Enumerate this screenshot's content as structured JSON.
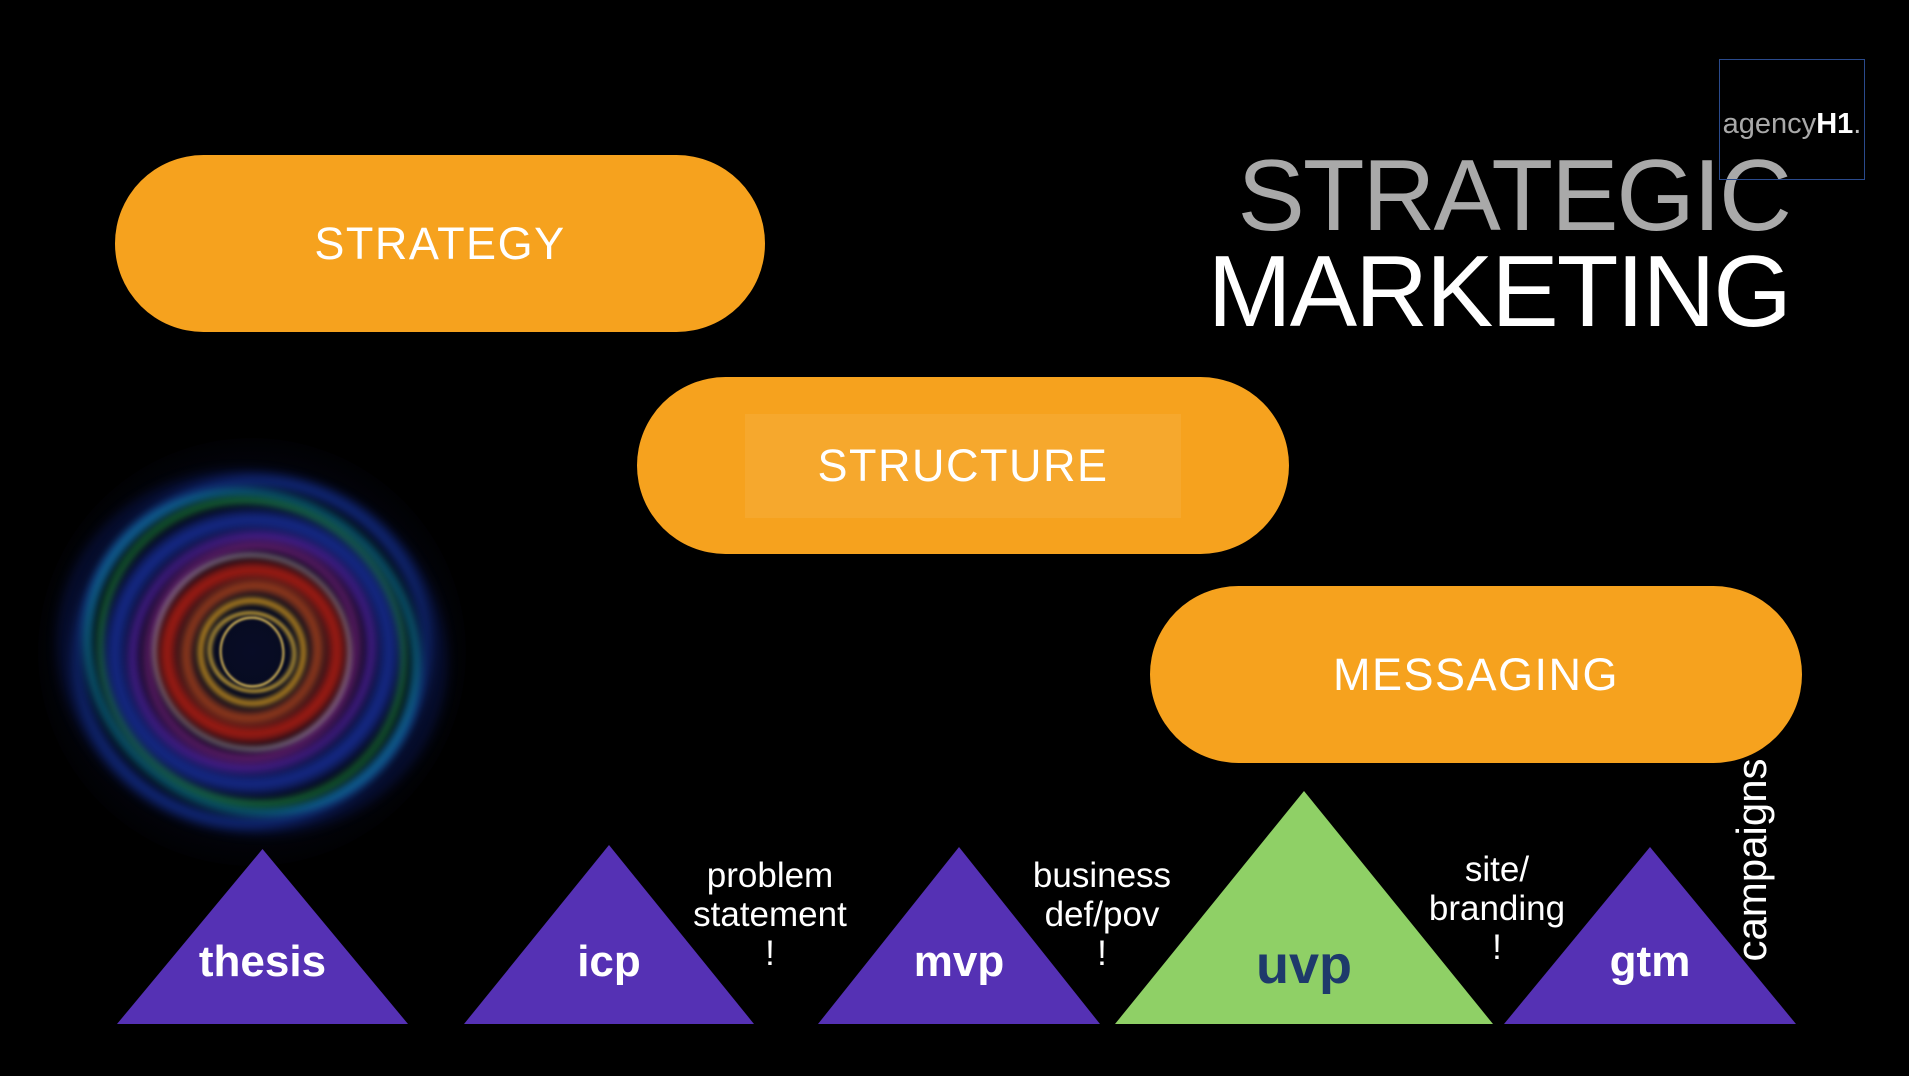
{
  "slide": {
    "background_color": "#000000",
    "title": {
      "line1": "STRATEGIC",
      "line2": "MARKETING",
      "line1_color": "#a9a9a9",
      "line2_color": "#ffffff"
    },
    "logo": {
      "prefix": "agency",
      "suffix": "H1",
      "period": ".",
      "border_color": "#2a4a8c"
    },
    "colors": {
      "pill_orange": "#f6a21e",
      "triangle_purple": "#5531b4",
      "triangle_green": "#8fd066",
      "uvp_text_navy": "#1e3a6b",
      "white": "#ffffff"
    }
  },
  "pills": [
    {
      "label": "STRATEGY"
    },
    {
      "label": "STRUCTURE"
    },
    {
      "label": "MESSAGING"
    }
  ],
  "triangles": [
    {
      "label": "thesis",
      "color": "#5531b4",
      "label_color": "#ffffff"
    },
    {
      "label": "icp",
      "color": "#5531b4",
      "label_color": "#ffffff"
    },
    {
      "label": "mvp",
      "color": "#5531b4",
      "label_color": "#ffffff"
    },
    {
      "label": "uvp",
      "color": "#8fd066",
      "label_color": "#1e3a6b",
      "highlighted": true
    },
    {
      "label": "gtm",
      "color": "#5531b4",
      "label_color": "#ffffff"
    }
  ],
  "notes": [
    {
      "line1": "problem",
      "line2": "statement",
      "mark": "!"
    },
    {
      "line1": "business",
      "line2": "def/pov",
      "mark": "!"
    },
    {
      "line1": "site/",
      "line2": "branding",
      "mark": "!"
    }
  ],
  "side_label": "campaigns",
  "spiral_image": {
    "description": "colorful light-painting spiral on black",
    "ring_colors": [
      "#1736c2",
      "#2050e8",
      "#15c8f0",
      "#2fd052",
      "#2244e0",
      "#7c2fe8",
      "#d438d4",
      "#ffffff",
      "#c92110",
      "#e2551b",
      "#dfa01f",
      "#f0c23c",
      "#ffd966"
    ]
  }
}
